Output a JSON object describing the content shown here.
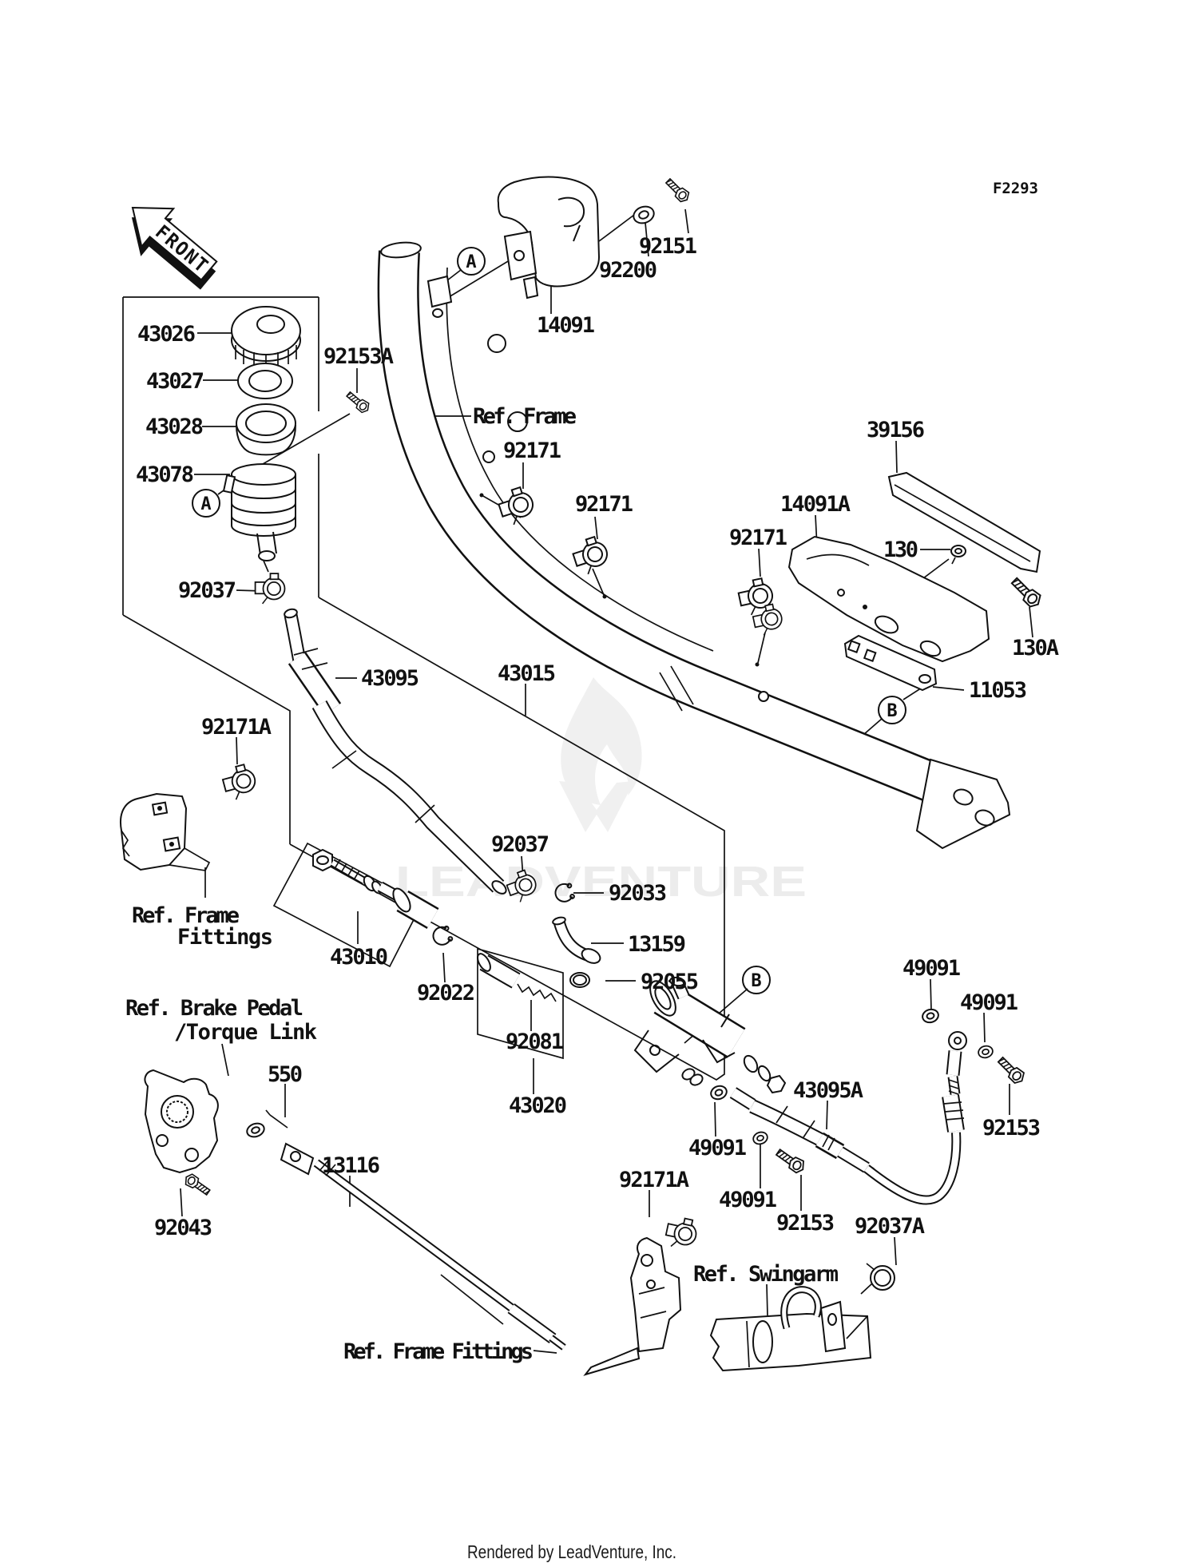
{
  "figure": {
    "code": "F2293",
    "front_arrow": "FRONT",
    "watermark": "LEADVENTURE",
    "footer": "Rendered by LeadVenture, Inc."
  },
  "colors": {
    "ink": "#111111",
    "background": "#ffffff",
    "watermark": "#ededed"
  },
  "view_markers": {
    "a": "A",
    "b": "B"
  },
  "part_labels": {
    "p43026": "43026",
    "p43027": "43027",
    "p43028": "43028",
    "p43078": "43078",
    "p92153A": "92153A",
    "p92151": "92151",
    "p92200": "92200",
    "p14091": "14091",
    "p39156": "39156",
    "p14091A": "14091A",
    "p130": "130",
    "p130A": "130A",
    "p11053": "11053",
    "p92171_frame_a": "92171",
    "p92171_frame_b": "92171",
    "p92171_bracket": "92171",
    "p92037_reservoir": "92037",
    "p43095": "43095",
    "p43015": "43015",
    "p92171A_left": "92171A",
    "p92037_hose": "92037",
    "p92033": "92033",
    "p13159": "13159",
    "p43010": "43010",
    "p92022": "92022",
    "p92055": "92055",
    "p92081": "92081",
    "p43020": "43020",
    "p550": "550",
    "p13116": "13116",
    "p92043": "92043",
    "p49091_a": "49091",
    "p49091_b": "49091",
    "p49091_c": "49091",
    "p49091_d": "49091",
    "p92153_right": "92153",
    "p92153_bottom": "92153",
    "p43095A": "43095A",
    "p92037A": "92037A",
    "p92171A_bottom": "92171A"
  },
  "ref_labels": {
    "frame": "Ref. Frame",
    "frame_fittings_left_1": "Ref. Frame",
    "frame_fittings_left_2": "Fittings",
    "brake_pedal_1": "Ref. Brake Pedal",
    "brake_pedal_2": "/Torque Link",
    "swingarm": "Ref. Swingarm",
    "frame_fittings_bottom": "Ref. Frame Fittings"
  }
}
